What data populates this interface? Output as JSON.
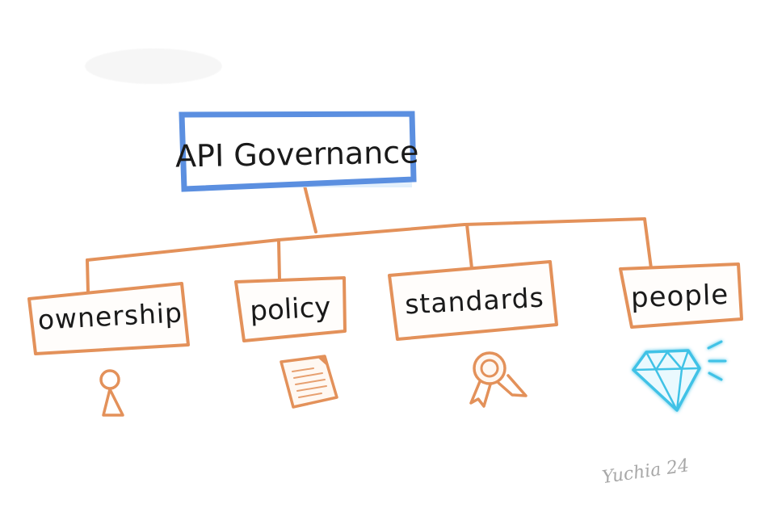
{
  "root": {
    "label": "API Governance",
    "color": "#5b8fe0"
  },
  "branch_color": "#e3915a",
  "children": [
    {
      "label": "ownership",
      "icon": "person-icon"
    },
    {
      "label": "policy",
      "icon": "document-icon"
    },
    {
      "label": "standards",
      "icon": "award-ribbon-icon"
    },
    {
      "label": "people",
      "icon": "diamond-icon"
    }
  ],
  "diamond_color": "#3fc2e6",
  "signature": "Yuchia 24"
}
